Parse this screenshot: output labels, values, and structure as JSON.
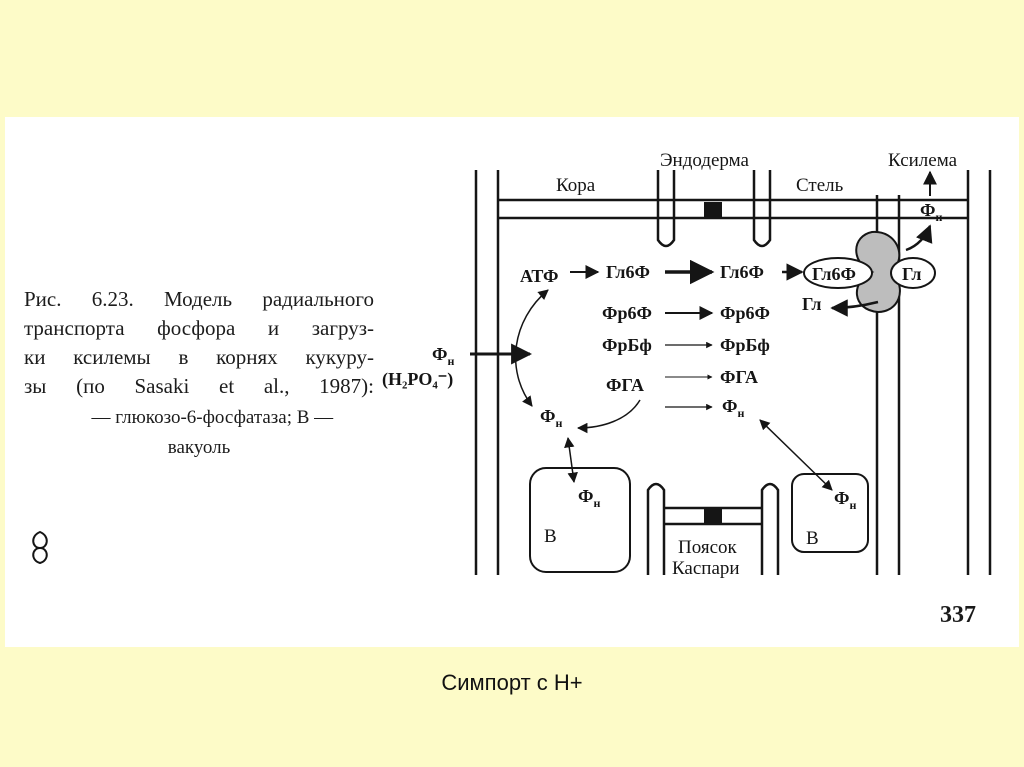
{
  "diagram": {
    "regions": {
      "cortex": "Кора",
      "endodermis": "Эндодерма",
      "stele": "Стель",
      "xylem": "Ксилема"
    },
    "compounds": {
      "atp": "АТФ",
      "gl6f_left": "Гл6Ф",
      "gl6f_mid": "Гл6Ф",
      "gl6f_enzyme": "Гл6Ф",
      "gl_enzyme": "Гл",
      "gl_out": "Гл",
      "fr6f_left": "Фр6Ф",
      "fr6f_right": "Фр6Ф",
      "frbf_left": "ФрБф",
      "frbf_right": "ФрБф",
      "fga_left": "ФГА",
      "fga_right": "ФГА",
      "fn_right": "Ф",
      "fn_center": "Ф",
      "fn_xylem": "Ф",
      "fn_vacuole_left": "Ф",
      "fn_vacuole_right": "Ф",
      "fn_input": "Ф",
      "h2po4_formula": "(H₂PO₄⁻)",
      "sub_n": "н"
    },
    "vacuoles": {
      "left": "В",
      "right": "В"
    },
    "casparian_band": {
      "line1": "Поясок",
      "line2": "Каспари"
    }
  },
  "caption": {
    "lines": [
      "Рис. 6.23. Модель радиального",
      "транспорта фосфора и загруз-",
      "ки ксилемы в корнях кукуру-",
      "зы (по Sasaki et al., 1987):"
    ],
    "legend_line1": "— глюкозо-6-фосфатаза; В —",
    "legend_line2": "вакуоль"
  },
  "page_number": "337",
  "slide_caption": "Симпорт с H+"
}
